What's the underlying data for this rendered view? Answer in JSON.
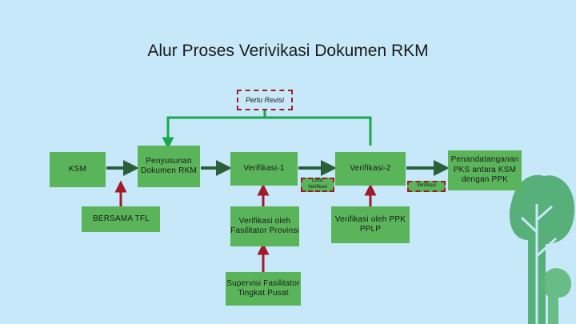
{
  "title": "Alur Proses Verivikasi Dokumen RKM",
  "nodes": {
    "ksm": "KSM",
    "penyusunan": "Penyusunan Dokumen RKM",
    "verifikasi1": "Verifikasi-1",
    "verifikasi2": "Verifikasi-2",
    "penandatanganan": "Penandatanganan PKS antara KSM dengan PPK",
    "bersama_tfl": "BERSAMA TFL",
    "verif_provinsi": "Verifikasi oleh Fasilitator Provinsi",
    "verif_pplp": "Verifikasi oleh PPK PPLP",
    "supervisi": "Supervisi Fasilitator Tingkat Pusat"
  },
  "tags": {
    "perlu_revisi": "Perlu Revisi",
    "lolos_verifikasi": "Lolos Verifikasi",
    "verifikasi": "Verifikasi"
  },
  "colors": {
    "background": "#c6e8f8",
    "box_fill": "#5ab45a",
    "connector_green": "#1aa84a",
    "arrow_dark": "#2b5e3a",
    "arrow_red": "#a11a2a",
    "tree": "#4aa86a"
  }
}
